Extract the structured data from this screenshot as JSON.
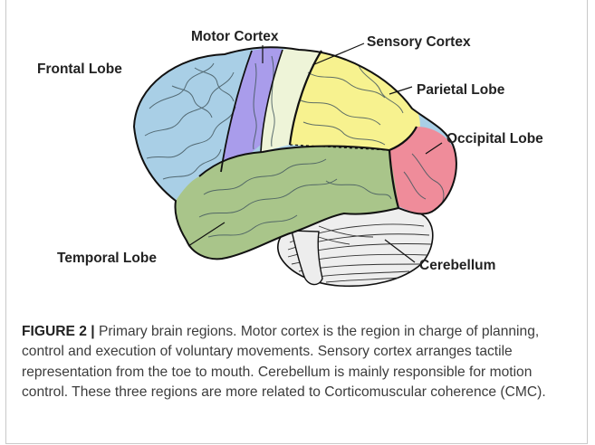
{
  "figure": {
    "labels": {
      "motor_cortex": "Motor Cortex",
      "sensory_cortex": "Sensory Cortex",
      "frontal_lobe": "Frontal Lobe",
      "parietal_lobe": "Parietal Lobe",
      "occipital_lobe": "Occipital Lobe",
      "temporal_lobe": "Temporal Lobe",
      "cerebellum": "Cerebellum"
    },
    "colors": {
      "frontal": "#a9cfe6",
      "motor": "#a99ceb",
      "sensory": "#eef4d8",
      "parietal": "#f7f28f",
      "occipital": "#ef8c9a",
      "temporal": "#a9c58a",
      "cerebellum": "#eeeeee"
    }
  },
  "caption": {
    "label": "FIGURE 2 |",
    "text": " Primary brain regions. Motor cortex is the region in charge of planning, control and execution of voluntary movements. Sensory cortex arranges tactile representation from the toe to mouth. Cerebellum is mainly responsible for motion control. These three regions are more related to Corticomuscular coherence (CMC)."
  }
}
